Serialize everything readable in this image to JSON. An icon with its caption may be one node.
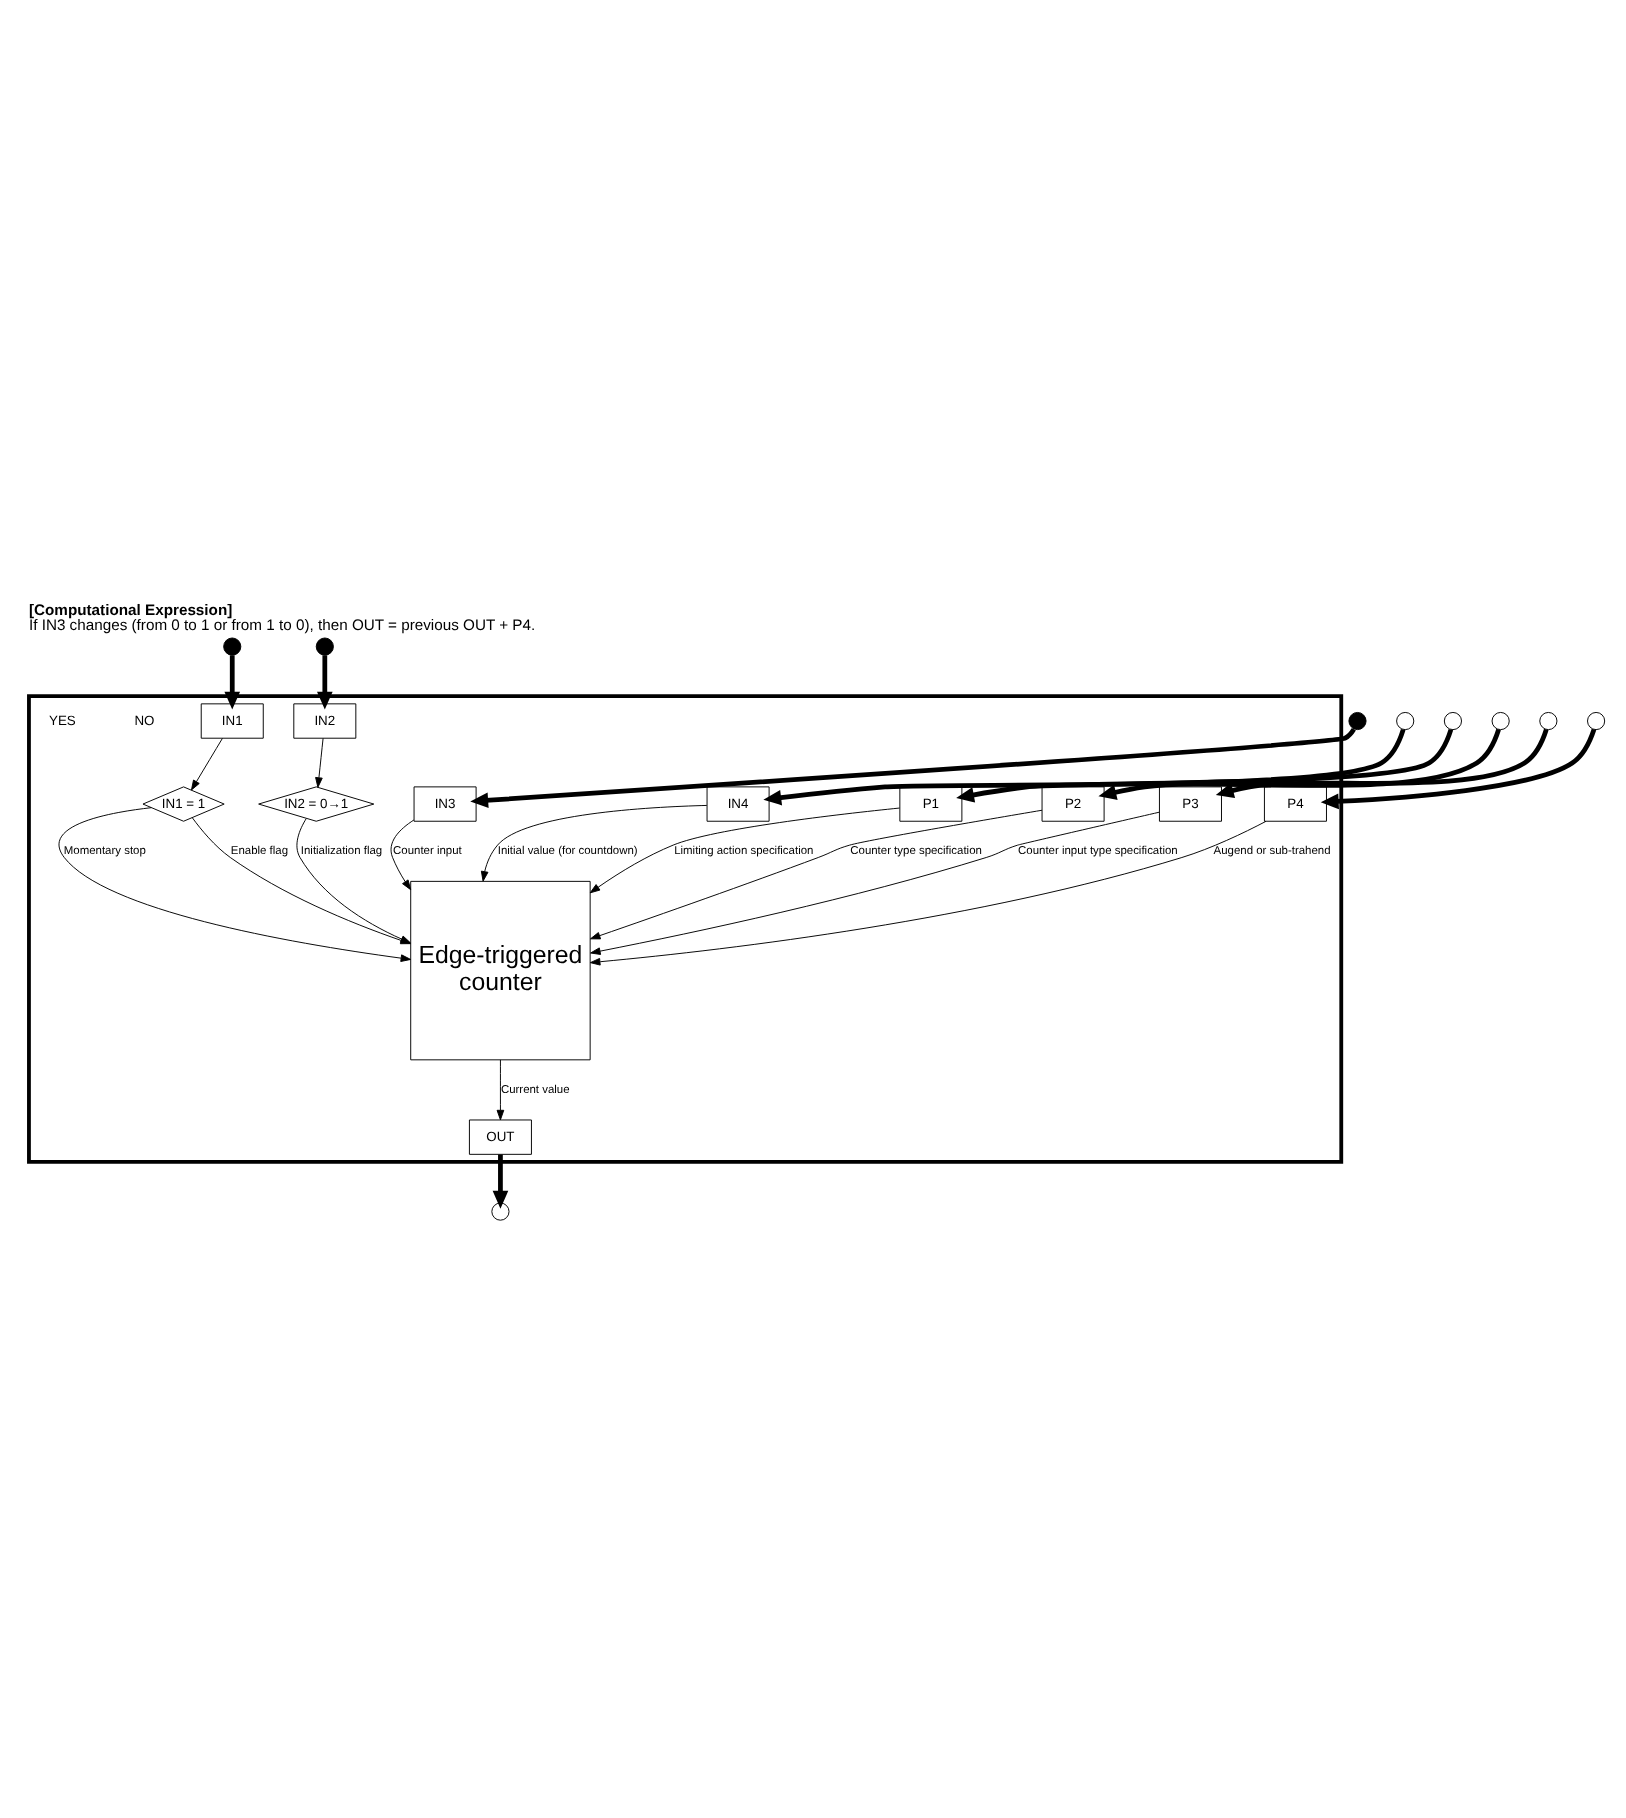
{
  "diagram": {
    "title": "[Computational Expression]",
    "caption": "If IN3 changes (from 0 to 1 or from 1 to 0), then OUT = previous OUT + P4.",
    "nodes": [
      {
        "text": [],
        "shape": "box"
      },
      {
        "text": [
          "IN1"
        ],
        "in": 0
      },
      {
        "text": [
          "IN2"
        ],
        "in": 0
      },
      {
        "text": [
          "IN3"
        ],
        "in": 0
      },
      {
        "text": [
          "IN4"
        ],
        "in": 0
      },
      {
        "text": [
          "IN1 = 1"
        ],
        "in": 0
      },
      {
        "text": [
          "IN2 = 0→1"
        ],
        "in": 0
      },
      {
        "text": [
          "Edge-triggered counter"
        ],
        "in": 0
      },
      {
        "text": [
          "P1"
        ],
        "in": 0
      },
      {
        "text": [
          "P2"
        ],
        "in": 0
      },
      {
        "text": [
          "P3"
        ],
        "in": 0
      },
      {
        "text": [
          "P4"
        ],
        "in": 0
      },
      {
        "text": [
          "OUT"
        ],
        "in": 0
      },
      {
        "text": [],
        "shape": "dot"
      },
      {
        "text": [],
        "shape": "dot"
      },
      {
        "text": [],
        "shape": "dot"
      },
      {
        "text": [],
        "shape": "circle"
      },
      {
        "text": [],
        "shape": "circle"
      },
      {
        "text": [],
        "shape": "circle"
      },
      {
        "text": [],
        "shape": "circle"
      },
      {
        "text": [],
        "shape": "circle"
      },
      {
        "text": [],
        "shape": "circle"
      }
    ],
    "edges": [
      {
        "from": 13,
        "to": 1,
        "arrow": "to",
        "style": "thick"
      },
      {
        "from": 14,
        "to": 2,
        "arrow": "to",
        "style": "thick"
      },
      {
        "from": 15,
        "to": 3,
        "arrow": "to",
        "style": "thick"
      },
      {
        "from": 16,
        "to": 4,
        "arrow": "to",
        "style": "thick"
      },
      {
        "from": 1,
        "to": 5,
        "arrow": "to"
      },
      {
        "from": 5,
        "to": 7,
        "arrow": "to",
        "label": "Momentary stop"
      },
      {
        "from": 5,
        "to": 7,
        "arrow": "to",
        "label": "Enable flag"
      },
      {
        "from": 2,
        "to": 6,
        "arrow": "to"
      },
      {
        "from": 6,
        "to": 7,
        "arrow": "to",
        "label": "Initialization flag"
      },
      {
        "from": 3,
        "to": 7,
        "arrow": "to",
        "label": "Counter input"
      },
      {
        "from": 4,
        "to": 7,
        "arrow": "to",
        "label": "Initial value (for countdown)"
      },
      {
        "from": 8,
        "to": 7,
        "arrow": "to",
        "label": "Limiting action specification"
      },
      {
        "from": 9,
        "to": 7,
        "arrow": "to",
        "label": "Counter type specification"
      },
      {
        "from": 10,
        "to": 7,
        "arrow": "to",
        "label": "Counter input type specification"
      },
      {
        "from": 11,
        "to": 7,
        "arrow": "to",
        "label": "Augend or sub-trahend"
      },
      {
        "from": 7,
        "to": 12,
        "arrow": "to",
        "label": "Current value"
      },
      {
        "from": 17,
        "to": 8,
        "arrow": "to",
        "style": "thick"
      },
      {
        "from": 18,
        "to": 9,
        "arrow": "to",
        "style": "thick"
      },
      {
        "from": 19,
        "to": 10,
        "arrow": "to",
        "style": "thick"
      },
      {
        "from": 20,
        "to": 11,
        "arrow": "to",
        "style": "thick"
      },
      {
        "from": 12,
        "to": 21,
        "arrow": "to",
        "style": "thick"
      }
    ],
    "labels": [
      "NO",
      "YES"
    ]
  }
}
